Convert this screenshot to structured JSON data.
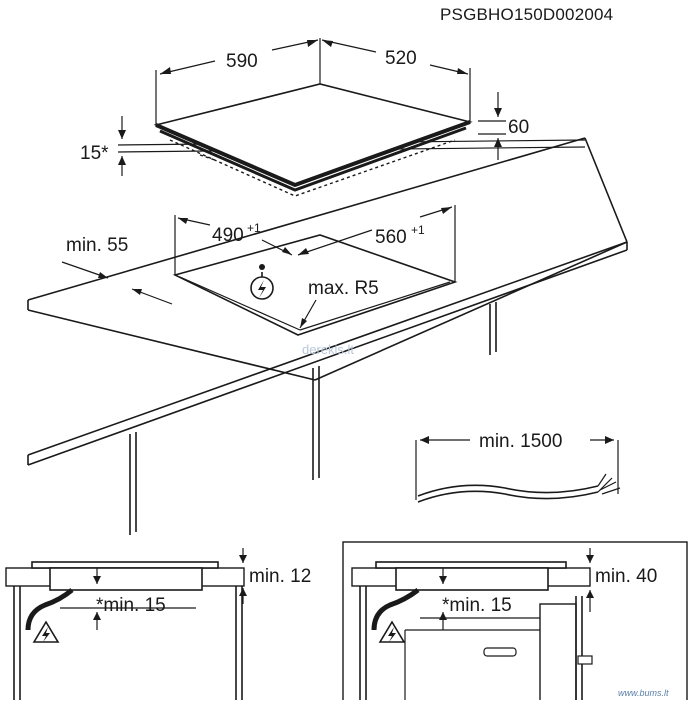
{
  "drawing_code": "PSGBHO150D002004",
  "watermark": "derekis.lt",
  "footer_brand": "www.bums.lt",
  "dimensions": {
    "width_top": "590",
    "depth_top": "520",
    "height_left": "15*",
    "height_right": "60",
    "cutout_width": "490",
    "cutout_width_tol": "+1",
    "cutout_depth": "560",
    "cutout_depth_tol": "+1",
    "edge_min": "min. 55",
    "radius_max": "max. R5",
    "cable_min": "min. 1500"
  },
  "sections": {
    "left_top_clearance": "min. 12",
    "left_bottom_clearance": "*min. 15",
    "right_top_clearance": "min. 40",
    "right_bottom_clearance": "*min. 15"
  },
  "icons": {
    "warning": "electric-hazard-icon"
  }
}
